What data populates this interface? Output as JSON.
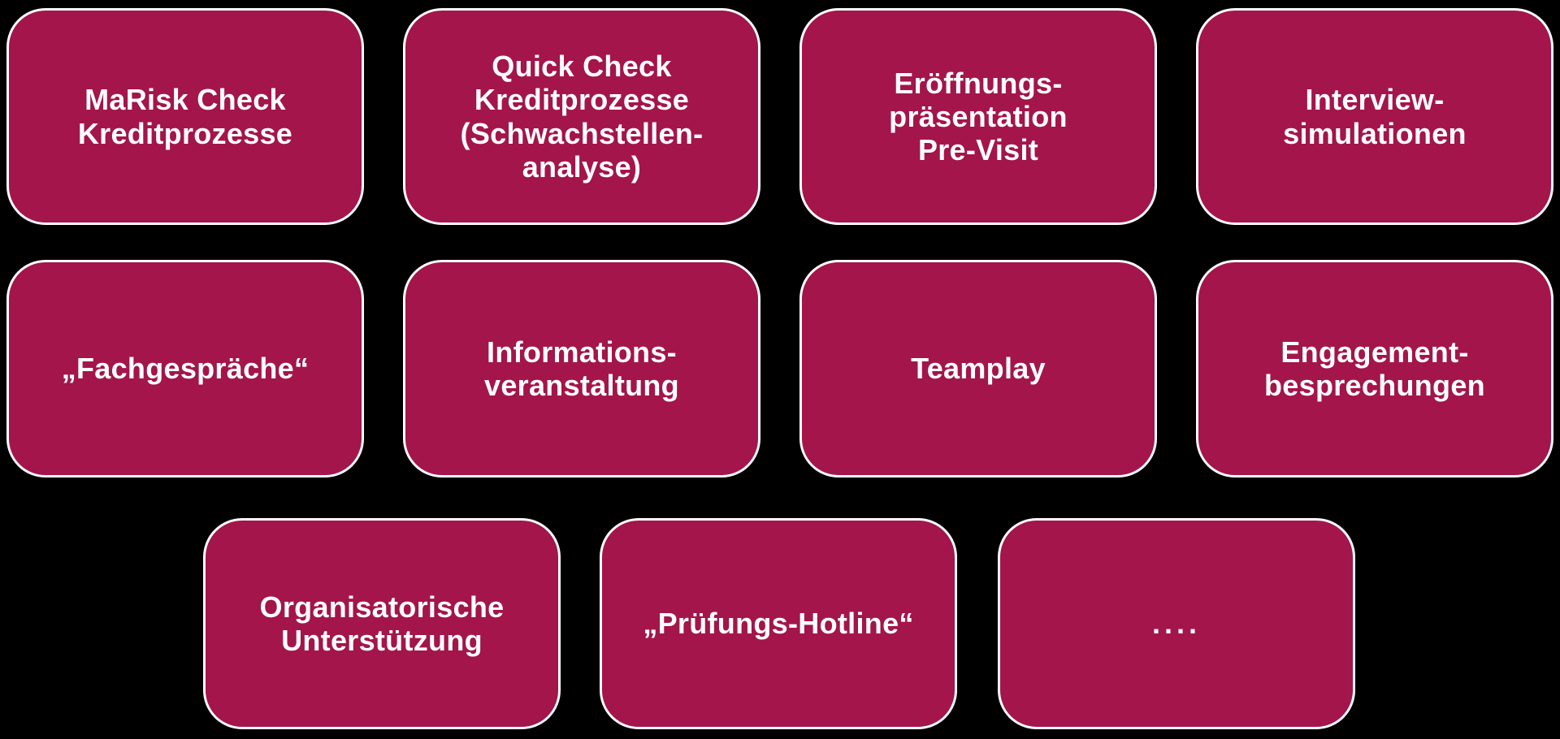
{
  "colors": {
    "background": "#000000",
    "card_fill": "#A3154B",
    "card_border": "#FFFFFF",
    "card_text": "#FFFFFF"
  },
  "cards": [
    {
      "label": "MaRisk Check\nKreditprozesse"
    },
    {
      "label": "Quick Check\nKreditprozesse\n(Schwachstellen-\nanalyse)"
    },
    {
      "label": "Eröffnungs-\npräsentation\nPre-Visit"
    },
    {
      "label": "Interview-\nsimulationen"
    },
    {
      "label": "„Fachgespräche“"
    },
    {
      "label": "Informations-\nveranstaltung"
    },
    {
      "label": "Teamplay"
    },
    {
      "label": "Engagement-\nbesprechungen"
    },
    {
      "label": "Organisatorische\nUnterstützung"
    },
    {
      "label": "„Prüfungs-Hotline“"
    },
    {
      "label": "...."
    }
  ]
}
